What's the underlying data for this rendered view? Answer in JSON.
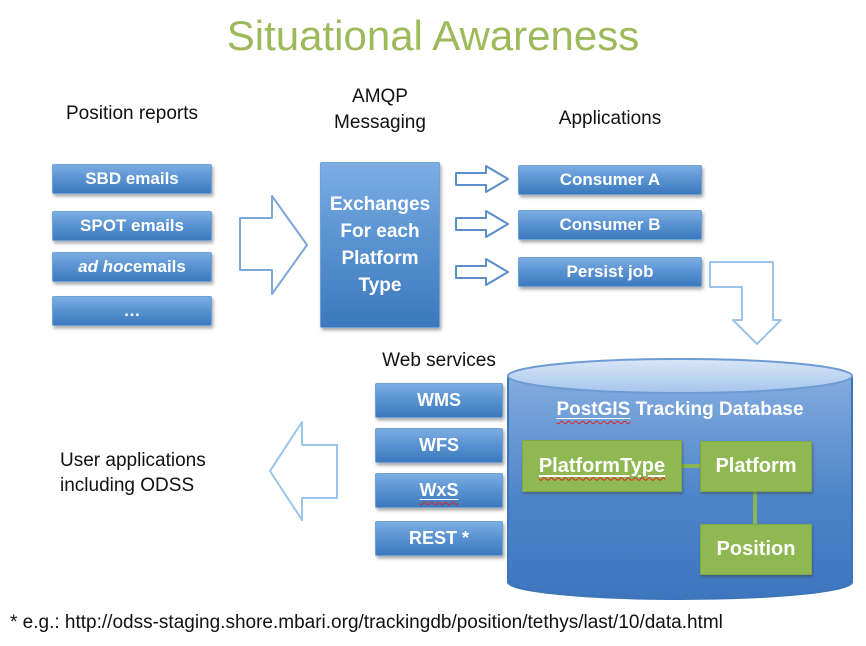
{
  "slide": {
    "title": "Situational Awareness"
  },
  "position_reports": {
    "heading": "Position reports",
    "box1": "SBD emails",
    "box2": "SPOT emails",
    "box3_italic": "ad hoc",
    "box3_rest": " emails",
    "box4": "…"
  },
  "amqp": {
    "heading_line1": "AMQP",
    "heading_line2": "Messaging",
    "exchange_lines": [
      "Exchanges",
      "For each",
      "Platform",
      "Type"
    ]
  },
  "applications": {
    "heading": "Applications",
    "boxes": [
      "Consumer A",
      "Consumer B",
      "Persist job"
    ]
  },
  "web_services": {
    "heading": "Web services",
    "boxes": [
      "WMS",
      "WFS",
      "WxS",
      "REST *"
    ]
  },
  "database": {
    "title_highlight": "PostGIS",
    "title_rest": " Tracking Database",
    "tables": {
      "platform_type": "PlatformType",
      "platform": "Platform",
      "position": "Position"
    }
  },
  "user_apps": {
    "line1": "User applications",
    "line2": "including ODSS"
  },
  "footer": {
    "note": "* e.g.: http://odss-staging.shore.mbari.org/trackingdb/position/tethys/last/10/data.html"
  },
  "colors": {
    "title_green": "#9CBA59",
    "box_blue_top": "#7CADE3",
    "box_blue_bottom": "#3C79BE",
    "table_green": "#8FB852",
    "cylinder_blue": "#3D76BE",
    "arrow_outline_blue": "#7EA6D8",
    "squiggle_red": "#E02020"
  }
}
